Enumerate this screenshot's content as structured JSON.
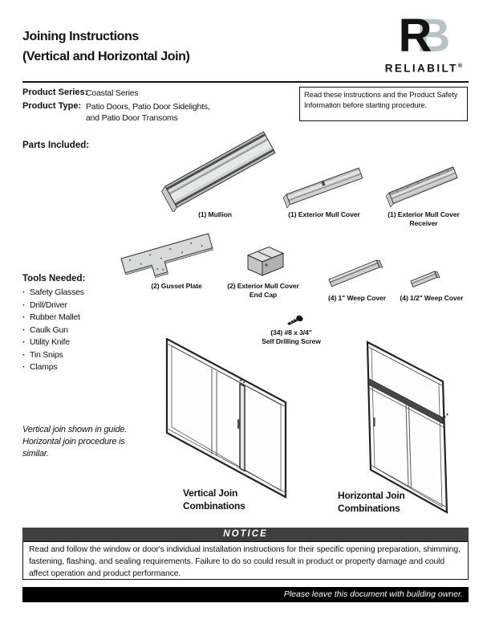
{
  "header": {
    "title_line1": "Joining Instructions",
    "title_line2": "(Vertical and Horizontal Join)",
    "logo": {
      "letter_r": "R",
      "letter_b": "B",
      "brand": "RELIABILT",
      "registered": "®"
    }
  },
  "product": {
    "series_label": "Product Series:",
    "series_value": "Coastal Series",
    "type_label": "Product Type:",
    "type_value_line1": "Patio Doors, Patio Door Sidelights,",
    "type_value_line2": "and Patio Door Transoms",
    "safety_note": "Read these instructions and the Product Safety Information before starting procedure."
  },
  "parts": {
    "heading": "Parts Included:",
    "items": [
      {
        "line1": "(1) Mullion",
        "line2": ""
      },
      {
        "line1": "(1) Exterior Mull Cover",
        "line2": ""
      },
      {
        "line1": "(1) Exterior Mull Cover",
        "line2": "Receiver"
      },
      {
        "line1": "(2) Gusset Plate",
        "line2": ""
      },
      {
        "line1": "(2) Exterior Mull Cover",
        "line2": "End Cap"
      },
      {
        "line1": "(4) 1\" Weep Cover",
        "line2": ""
      },
      {
        "line1": "(4) 1/2\" Weep Cover",
        "line2": ""
      },
      {
        "line1": "(34) #8 x 3/4\"",
        "line2": "Self Drilling Screw"
      }
    ]
  },
  "tools": {
    "heading": "Tools Needed:",
    "bullet": "·",
    "items": [
      "Safety Glasses",
      "Drill/Driver",
      "Rubber Mallet",
      "Caulk Gun",
      "Utility Knife",
      "Tin Snips",
      "Clamps"
    ]
  },
  "note": {
    "text": "Vertical join shown in guide. Horizontal join procedure is similar."
  },
  "diagrams": {
    "vertical_caption_line1": "Vertical Join",
    "vertical_caption_line2": "Combinations",
    "horizontal_caption_line1": "Horizontal Join",
    "horizontal_caption_line2": "Combinations"
  },
  "notice": {
    "title": "NOTICE",
    "body": "Read and follow the window or door's individual installation instructions for their specific opening preparation, shimming, fastening, flashing, and sealing requirements. Failure to do so could result in product or property damage and could affect operation and product performance."
  },
  "footer": {
    "text": "Please leave this document with building owner."
  },
  "colors": {
    "logo_black": "#131313",
    "logo_silver": "#b9c2c4",
    "notice_bar": "#3f3f3f",
    "footer_bar": "#000000"
  }
}
